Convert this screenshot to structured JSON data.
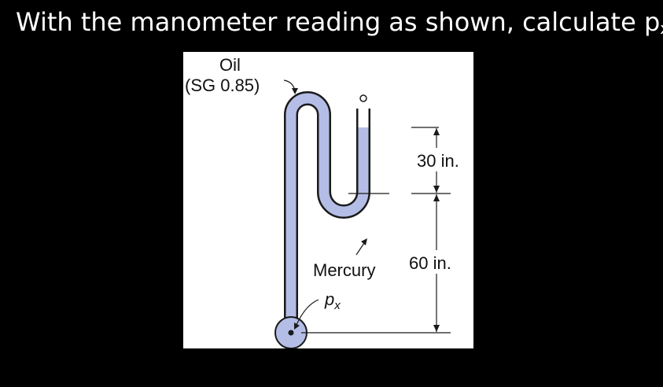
{
  "title": {
    "text": "With the manometer reading as shown, calculate p",
    "subscript": "x",
    "end": "."
  },
  "diagram": {
    "oil_label": "Oil",
    "oil_sg_label": "(SG 0.85)",
    "mercury_label": "Mercury",
    "px_symbol": "p",
    "px_subscript": "x",
    "dim_upper": "30 in.",
    "dim_lower": "60 in.",
    "colors": {
      "fluid": "#b4bde6",
      "tube_outline": "#1a1a1a",
      "background": "#000000",
      "panel": "#ffffff"
    }
  }
}
